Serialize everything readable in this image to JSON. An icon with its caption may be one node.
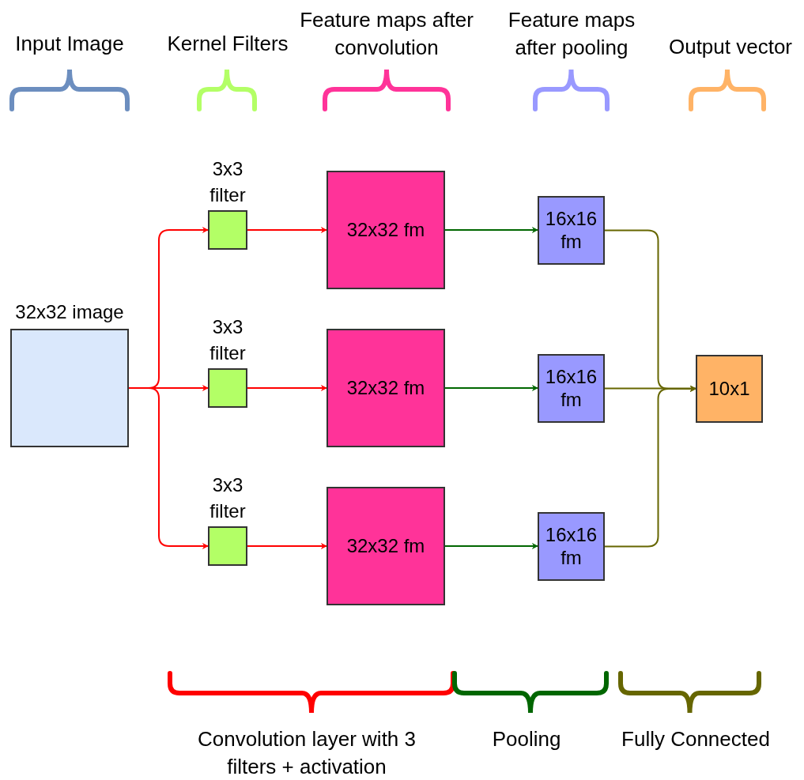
{
  "diagram": {
    "nodes": [
      {
        "text": [
          "32x32 image"
        ]
      },
      {
        "text": [
          "3x3 filter"
        ]
      },
      {
        "text": [
          "3x3 filter"
        ]
      },
      {
        "text": [
          "3x3 filter"
        ]
      },
      {
        "text": [
          "32x32 fm"
        ]
      },
      {
        "text": [
          "32x32 fm"
        ]
      },
      {
        "text": [
          "32x32 fm"
        ]
      },
      {
        "text": [
          "16x16 fm"
        ]
      },
      {
        "text": [
          "16x16 fm"
        ]
      },
      {
        "text": [
          "16x16 fm"
        ]
      },
      {
        "text": [
          "10x1"
        ]
      }
    ],
    "edges": [
      {
        "from": 0,
        "to": 1,
        "arrow": "to"
      },
      {
        "from": 0,
        "to": 2,
        "arrow": "to"
      },
      {
        "from": 0,
        "to": 3,
        "arrow": "to"
      },
      {
        "from": 1,
        "to": 4,
        "arrow": "to"
      },
      {
        "from": 2,
        "to": 5,
        "arrow": "to"
      },
      {
        "from": 3,
        "to": 6,
        "arrow": "to"
      },
      {
        "from": 4,
        "to": 7,
        "arrow": "to",
        "color": "#006600"
      },
      {
        "from": 5,
        "to": 8,
        "arrow": "to",
        "color": "#006600"
      },
      {
        "from": 6,
        "to": 9,
        "arrow": "to",
        "color": "#006600"
      },
      {
        "from": 7,
        "to": 10,
        "arrow": "to",
        "color": "#666600"
      },
      {
        "from": 8,
        "to": 10,
        "arrow": "to",
        "color": "#666600"
      },
      {
        "from": 9,
        "to": 10,
        "arrow": "to",
        "color": "#666600"
      }
    ],
    "labels": [
      "Input Image",
      "Kernel Filters",
      "Feature maps after convolution",
      "Feature maps after pooling",
      "Output vector",
      "Convolution layer with 3 filters + activation",
      "Pooling",
      "Fully Connected"
    ]
  }
}
